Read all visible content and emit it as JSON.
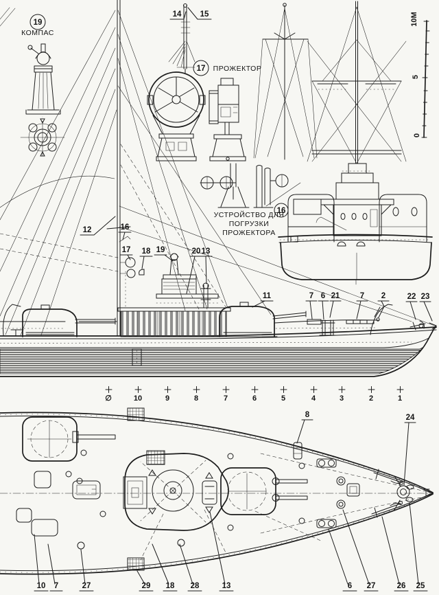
{
  "legend": {
    "compass": {
      "num": "19",
      "label": "КОМПАС"
    },
    "masthead": {
      "left_num": "14",
      "right_num": "15"
    },
    "searchlight": {
      "num": "17",
      "label": "ПРОЖЕКТОР"
    },
    "loading_device": {
      "num": "16",
      "caption_lines": [
        "УСТРОЙСТВО ДЛЯ",
        "ПОГРУЗКИ",
        "ПРОЖЕКТОРА"
      ]
    }
  },
  "scale_bar": {
    "labels": [
      "0",
      "5",
      "10М"
    ]
  },
  "side_view": {
    "callouts": [
      "12",
      "16",
      "17",
      "18",
      "19",
      "20",
      "13",
      "11",
      "7",
      "6",
      "21",
      "7",
      "2",
      "22",
      "23"
    ]
  },
  "stations": {
    "marks": [
      "∅",
      "10",
      "9",
      "8",
      "7",
      "6",
      "5",
      "4",
      "3",
      "2",
      "1"
    ]
  },
  "plan_view": {
    "callouts_top": [
      "8",
      "24"
    ],
    "callouts_bottom": [
      "10",
      "7",
      "27",
      "29",
      "18",
      "28",
      "13",
      "6",
      "27",
      "26",
      "25"
    ]
  }
}
